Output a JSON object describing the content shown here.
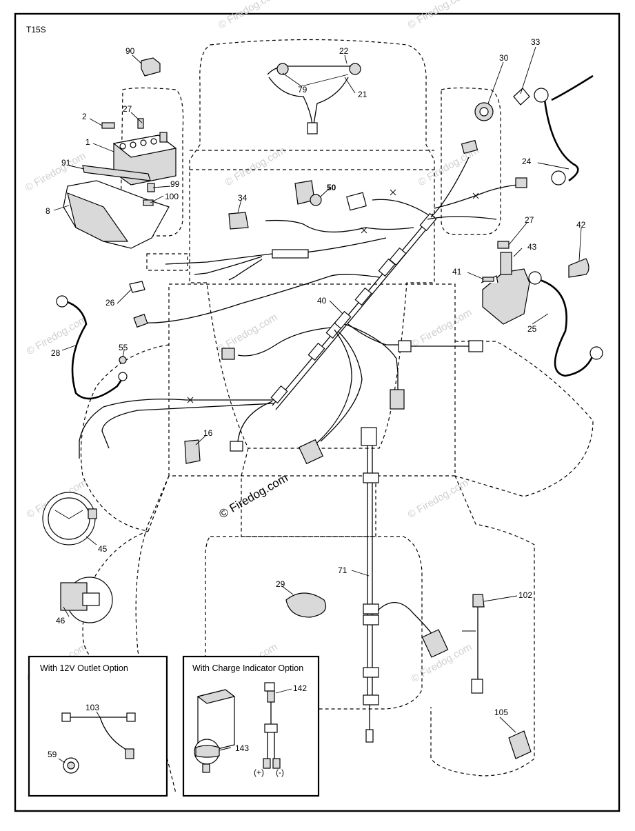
{
  "diagram": {
    "id_label": "T15S",
    "watermark": "© Firedog.com",
    "center_watermark": "© Firedog.com",
    "callouts": [
      {
        "id": "90",
        "text": "90"
      },
      {
        "id": "22",
        "text": "22"
      },
      {
        "id": "79",
        "text": "79"
      },
      {
        "id": "21",
        "text": "21"
      },
      {
        "id": "30",
        "text": "30"
      },
      {
        "id": "33",
        "text": "33"
      },
      {
        "id": "2",
        "text": "2"
      },
      {
        "id": "27a",
        "text": "27"
      },
      {
        "id": "1",
        "text": "1"
      },
      {
        "id": "91",
        "text": "91"
      },
      {
        "id": "99",
        "text": "99"
      },
      {
        "id": "100",
        "text": "100"
      },
      {
        "id": "8",
        "text": "8"
      },
      {
        "id": "24",
        "text": "24"
      },
      {
        "id": "50",
        "text": "50"
      },
      {
        "id": "34",
        "text": "34"
      },
      {
        "id": "27b",
        "text": "27"
      },
      {
        "id": "42",
        "text": "42"
      },
      {
        "id": "43",
        "text": "43"
      },
      {
        "id": "41",
        "text": "41"
      },
      {
        "id": "26",
        "text": "26"
      },
      {
        "id": "40",
        "text": "40"
      },
      {
        "id": "25",
        "text": "25"
      },
      {
        "id": "28",
        "text": "28"
      },
      {
        "id": "55",
        "text": "55"
      },
      {
        "id": "16",
        "text": "16"
      },
      {
        "id": "45",
        "text": "45"
      },
      {
        "id": "71",
        "text": "71"
      },
      {
        "id": "29",
        "text": "29"
      },
      {
        "id": "102",
        "text": "102"
      },
      {
        "id": "46",
        "text": "46"
      },
      {
        "id": "105",
        "text": "105"
      }
    ],
    "insets": [
      {
        "title": "With 12V Outlet Option",
        "callouts": [
          {
            "id": "103",
            "text": "103"
          },
          {
            "id": "59",
            "text": "59"
          }
        ]
      },
      {
        "title": "With Charge Indicator Option",
        "callouts": [
          {
            "id": "142",
            "text": "142"
          },
          {
            "id": "143",
            "text": "143"
          }
        ],
        "terminal_labels": [
          "(+)",
          "(-)"
        ]
      }
    ]
  }
}
